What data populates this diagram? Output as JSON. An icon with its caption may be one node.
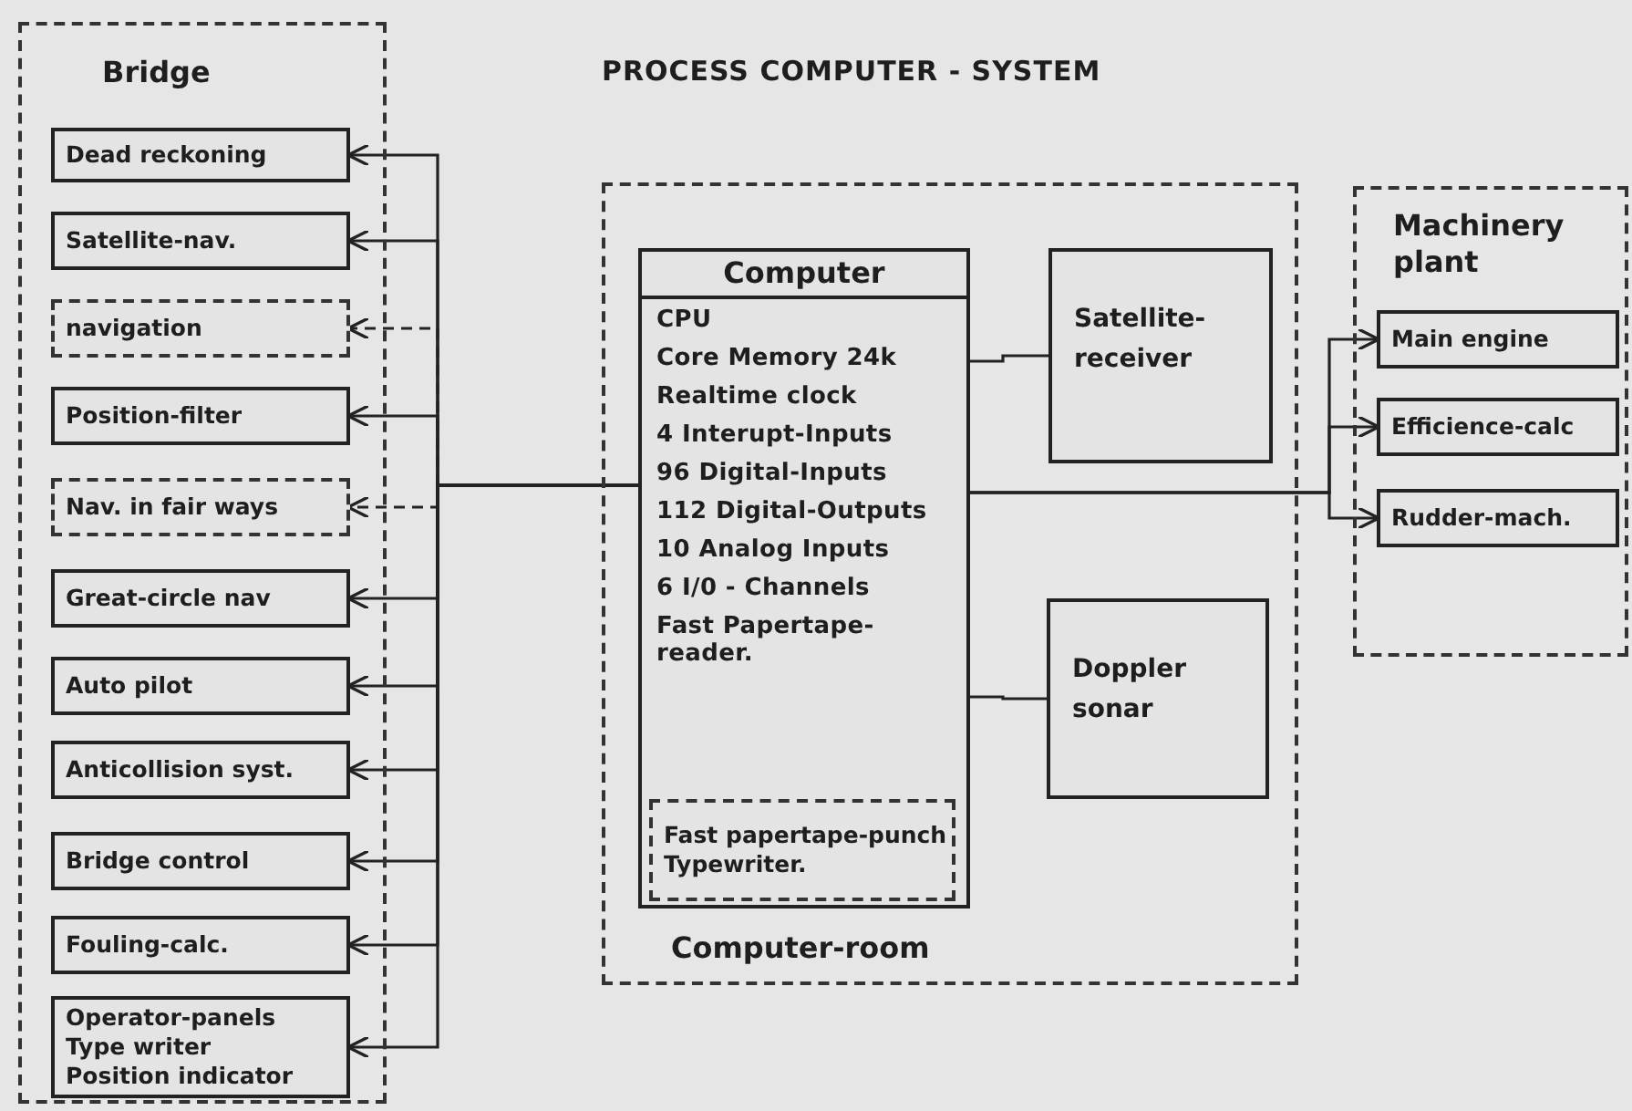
{
  "diagram": {
    "title": "PROCESS COMPUTER - SYSTEM",
    "nodes": [
      {
        "text": [
          "Bridge"
        ]
      },
      {
        "text": [
          "Dead reckoning"
        ],
        "in": 0
      },
      {
        "text": [
          "Satellite-nav."
        ],
        "in": 0
      },
      {
        "text": [
          "navigation"
        ],
        "in": 0
      },
      {
        "text": [
          "Position-filter"
        ],
        "in": 0
      },
      {
        "text": [
          "Nav. in fair ways"
        ],
        "in": 0
      },
      {
        "text": [
          "Great-circle nav"
        ],
        "in": 0
      },
      {
        "text": [
          "Auto pilot"
        ],
        "in": 0
      },
      {
        "text": [
          "Anticollision syst."
        ],
        "in": 0
      },
      {
        "text": [
          "Bridge control"
        ],
        "in": 0
      },
      {
        "text": [
          "Fouling-calc."
        ],
        "in": 0
      },
      {
        "text": [
          "Operator-panels",
          "Type writer",
          "Position indicator"
        ],
        "in": 0
      },
      {
        "text": [
          "Computer-room"
        ]
      },
      {
        "text": [
          "Computer",
          "CPU",
          "Core Memory 24k",
          "Realtime clock",
          "4 Interupt-Inputs",
          "96 Digital-Inputs",
          "112 Digital-Outputs",
          "10 Analog Inputs",
          "6 I/0 - Channels",
          "Fast Papertape-reader."
        ],
        "in": 12
      },
      {
        "text": [
          "Fast papertape-punch",
          "Typewriter."
        ],
        "in": 13
      },
      {
        "text": [
          "Satellite-receiver"
        ],
        "in": 12
      },
      {
        "text": [
          "Doppler sonar"
        ],
        "in": 12
      },
      {
        "text": [
          "Machinery plant"
        ]
      },
      {
        "text": [
          "Main engine"
        ],
        "in": 17
      },
      {
        "text": [
          "Efficience-calc"
        ],
        "in": 17
      },
      {
        "text": [
          "Rudder-mach."
        ],
        "in": 17
      }
    ],
    "edges": [
      {
        "from": 13,
        "to": 1,
        "arrow": "to"
      },
      {
        "from": 13,
        "to": 2,
        "arrow": "to"
      },
      {
        "from": 13,
        "to": 3,
        "arrow": "to",
        "style": "dashed"
      },
      {
        "from": 13,
        "to": 4,
        "arrow": "to"
      },
      {
        "from": 13,
        "to": 5,
        "arrow": "to",
        "style": "dashed"
      },
      {
        "from": 13,
        "to": 6,
        "arrow": "to"
      },
      {
        "from": 13,
        "to": 7,
        "arrow": "to"
      },
      {
        "from": 13,
        "to": 8,
        "arrow": "to"
      },
      {
        "from": 13,
        "to": 9,
        "arrow": "to"
      },
      {
        "from": 13,
        "to": 10,
        "arrow": "to"
      },
      {
        "from": 13,
        "to": 11,
        "arrow": "to"
      },
      {
        "from": 13,
        "to": 15,
        "arrow": "none"
      },
      {
        "from": 13,
        "to": 16,
        "arrow": "none"
      },
      {
        "from": 13,
        "to": 18,
        "arrow": "to"
      },
      {
        "from": 13,
        "to": 19,
        "arrow": "to"
      },
      {
        "from": 13,
        "to": 20,
        "arrow": "to"
      }
    ]
  }
}
